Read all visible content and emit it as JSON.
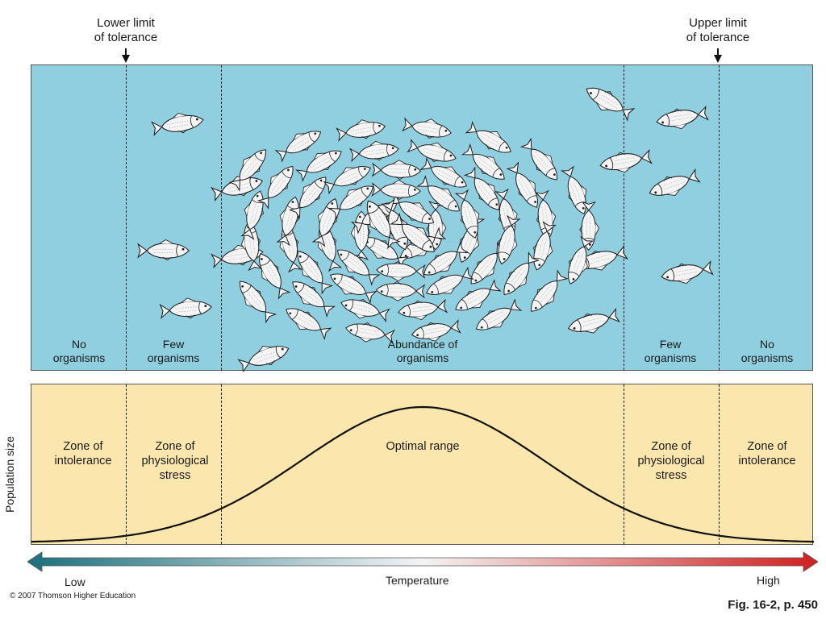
{
  "top": {
    "lower_limit": "Lower limit\nof tolerance",
    "upper_limit": "Upper limit\nof tolerance"
  },
  "aquarium": {
    "zones": [
      {
        "label": "No\norganisms"
      },
      {
        "label": "Few\norganisms"
      },
      {
        "label": "Abundance of\norganisms"
      },
      {
        "label": "Few\norganisms"
      },
      {
        "label": "No\norganisms"
      }
    ],
    "fish_icon": "fish-icon"
  },
  "graph": {
    "y_axis_label": "Population size",
    "zones": [
      {
        "label": "Zone of\nintolerance"
      },
      {
        "label": "Zone of\nphysiological\nstress"
      },
      {
        "label": "Optimal range"
      },
      {
        "label": "Zone of\nphysiological\nstress"
      },
      {
        "label": "Zone of\nintolerance"
      }
    ]
  },
  "axis": {
    "low": "Low",
    "title": "Temperature",
    "high": "High",
    "low_color": "#1b6f7d",
    "high_color": "#d11f1f"
  },
  "colors": {
    "aquarium_bg": "#8fcfe0",
    "graph_bg": "#fbe7ae"
  },
  "footer": {
    "copyright": "© 2007 Thomson Higher Education",
    "figure": "Fig. 16-2, p. 450"
  }
}
